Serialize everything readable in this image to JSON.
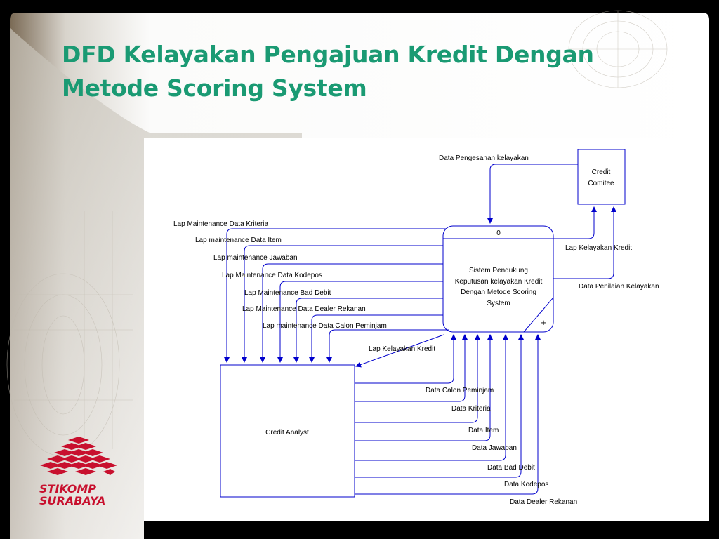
{
  "slide": {
    "title_line1": "DFD Kelayakan Pengajuan Kredit Dengan",
    "title_line2": "Metode Scoring System",
    "logo": {
      "line1": "STIKOMP",
      "line2": "SURABAYA"
    },
    "colors": {
      "title": "#1a9a73",
      "flow": "#0000cc",
      "logo": "#c8102e"
    }
  },
  "diagram": {
    "process": {
      "number": "0",
      "name_lines": [
        "Sistem Pendukung",
        "Keputusan kelayakan Kredit",
        "Dengan Metode Scoring",
        "System"
      ],
      "plus": "+"
    },
    "entities": {
      "credit_comitee_lines": [
        "Credit",
        "Comitee"
      ],
      "credit_analyst": "Credit Analyst"
    },
    "flows_from_comitee": [
      "Data Pengesahan kelayakan"
    ],
    "flows_to_comitee": [
      "Lap Kelayakan Kredit",
      "Data Penilaian Kelayakan"
    ],
    "flows_to_analyst": [
      "Lap Maintenance Data Kriteria",
      "Lap maintenance Data Item",
      "Lap maintenance Jawaban",
      "Lap Maintenance Data Kodepos",
      "Lap Maintenance Bad Debit",
      "Lap Maintenance Data Dealer Rekanan",
      "Lap maintenance Data Calon Peminjam",
      "Lap Kelayakan Kredit"
    ],
    "flows_from_analyst": [
      "Data Calon Peminjam",
      "Data Kriteria",
      "Data Item",
      "Data Jawaban",
      "Data Bad Debit",
      "Data Kodepos",
      "Data Dealer Rekanan"
    ]
  }
}
